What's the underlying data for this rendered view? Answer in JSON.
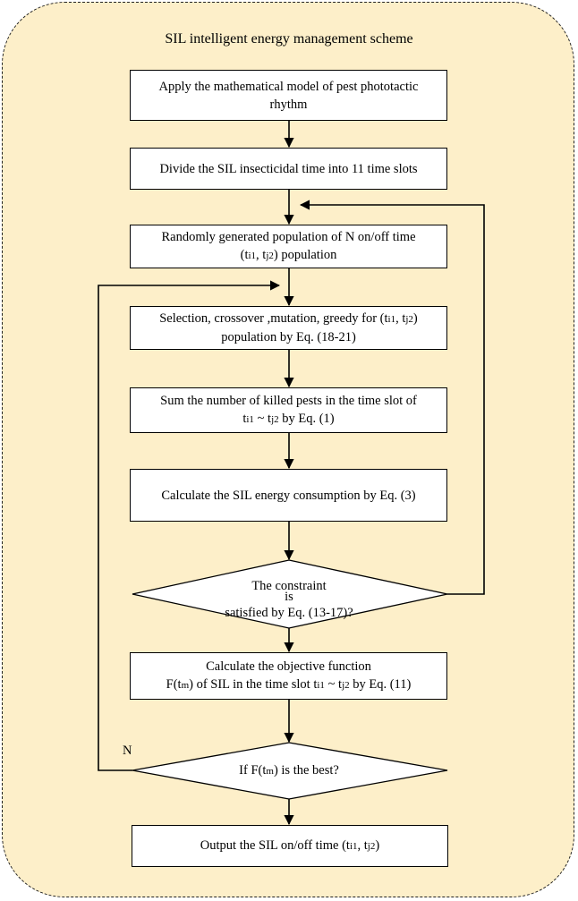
{
  "title": "SIL intelligent energy management scheme",
  "steps": {
    "s1": {
      "line1": "Apply the mathematical model of pest phototactic",
      "line2": "rhythm"
    },
    "s2": {
      "line1": "Divide the SIL insecticidal time into 11 time slots"
    },
    "s3": {
      "line1": "Randomly generated population of N on/off time",
      "line2_open": "(t",
      "sub_i1": "i1",
      "comma": ", t",
      "sub_j2": "j2",
      "line2_close": ") population"
    },
    "s4": {
      "line1_pre": "Selection, crossover ,mutation, greedy for (t",
      "sub_i1": "i1",
      "comma": ", t",
      "sub_j2": "j2",
      "line1_close": ")",
      "line2": "population by Eq. (18-21)"
    },
    "s5": {
      "line1": "Sum the number of killed pests in the time slot of",
      "t": "t",
      "sub_i1": "i1",
      "tilde": " ~ t",
      "sub_j2": "j2",
      "line2_rest": " by Eq. (1)"
    },
    "s6": {
      "line1": "Calculate the SIL energy consumption by Eq. (3)"
    },
    "d1": {
      "line1": "The constraint",
      "line2": "is",
      "line3": "satisfied by Eq. (13-17)?"
    },
    "s7": {
      "line1": "Calculate the objective function",
      "f_pre": "F(t",
      "sub_m": "m",
      "f_mid": ") of SIL in the time slot t",
      "sub_i1": "i1",
      "tilde": " ~ t",
      "sub_j2": "j2",
      "line2_rest": " by Eq. (11)"
    },
    "d2": {
      "pre": "If  F(t",
      "sub_m": "m",
      "post": ") is the best?"
    },
    "s8": {
      "pre": "Output the SIL on/off time (t",
      "sub_i1": "i1",
      "comma": ", t",
      "sub_j2": "j2",
      "close": ")"
    }
  },
  "labels": {
    "no": "N"
  }
}
